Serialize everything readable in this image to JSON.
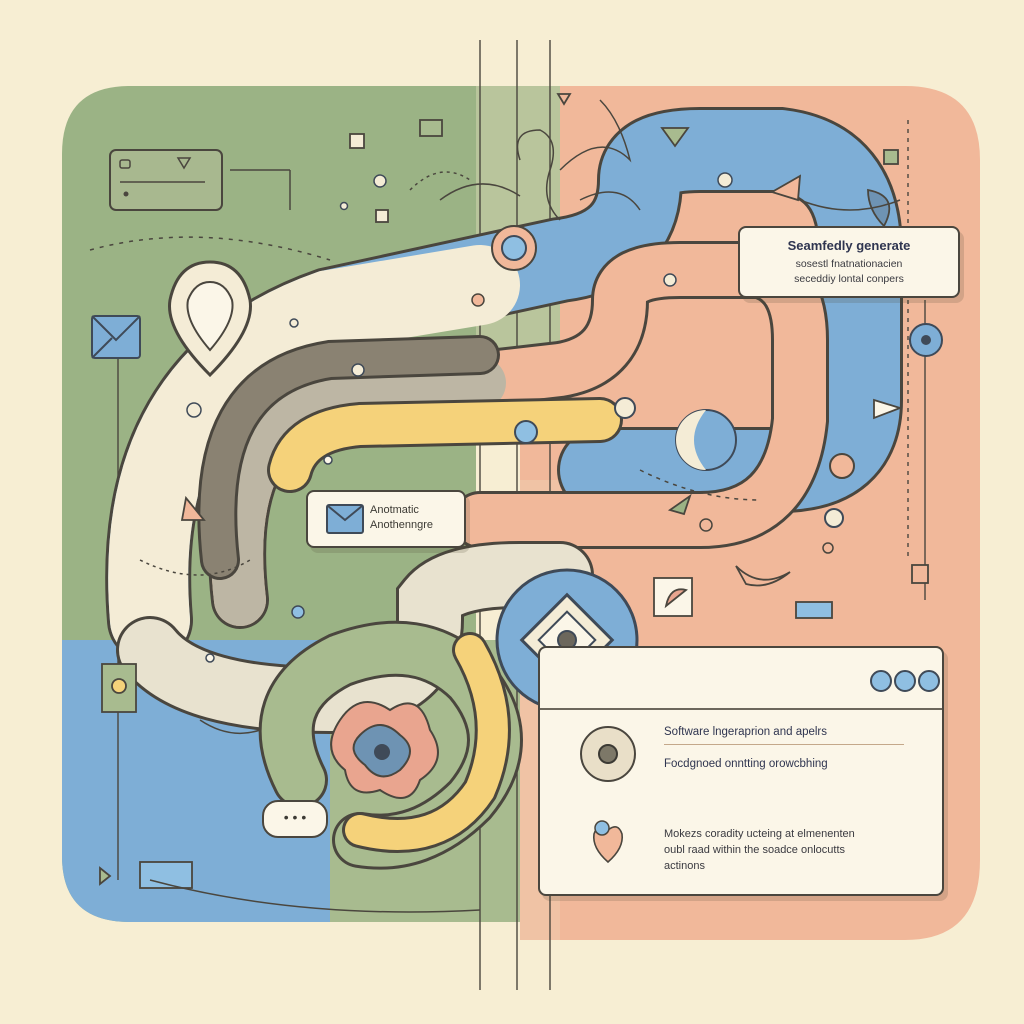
{
  "callout_top": {
    "title": "Seamfedly generate",
    "line1": "sosestl fnatnationacien",
    "line2": "seceddiy lontal conpers"
  },
  "callout_mid": {
    "line1": "Anotmatic",
    "line2": "Anothenngre"
  },
  "panel": {
    "line1": "Software lngeraprion and apelrs",
    "line2": "Focdgnoed onntting orowcbhing",
    "line3": "Mokezs coradity ucteing at elmenenten",
    "line4": "oubl raad within the soadce onlocutts",
    "line5": "actinons"
  },
  "chat": {
    "dots": "• • •"
  },
  "colors": {
    "green": "#9bb385",
    "blue": "#7eaed6",
    "peach": "#f1b89a",
    "yellow": "#f5d27a",
    "cream": "#f7eed3",
    "taupe": "#8a8272"
  }
}
